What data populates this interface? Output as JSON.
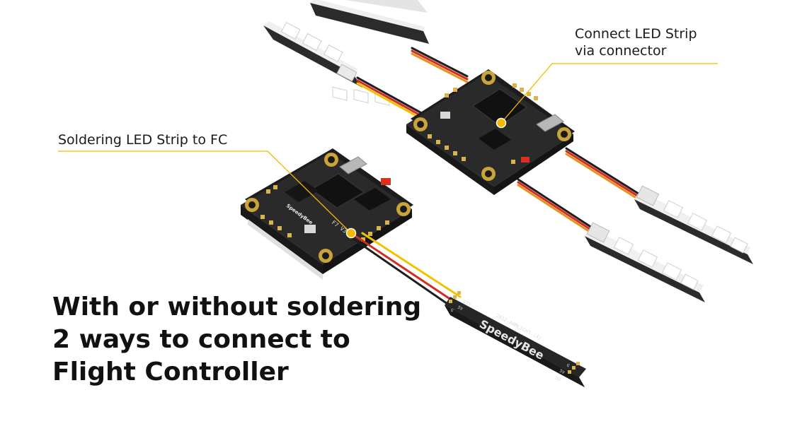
{
  "callouts": {
    "connector": {
      "line1": "Connect LED Strip",
      "line2": "via connector"
    },
    "soldering": {
      "text": "Soldering LED Strip to FC"
    }
  },
  "headline": {
    "line1": "With or without soldering",
    "line2": "2 ways to connect to",
    "line3": "Flight Controller"
  },
  "board_silkscreen": {
    "fc_version": "F7 V3",
    "brand": "SpeedyBee"
  },
  "led_strip_print": {
    "brand": "SpeedyBee",
    "model": "2812-ARMLIGHT (4)",
    "pins_end_a": [
      "DIN",
      "5V",
      "G"
    ],
    "pins_end_b": [
      "DO",
      "5V",
      "G"
    ]
  },
  "colors": {
    "accent_line": "#f5b800",
    "board": "#2a2a2a",
    "wire_red": "#d42a1f",
    "wire_yellow": "#f2c200",
    "wire_black": "#1e1e1e",
    "wire_orange": "#e8921e"
  }
}
